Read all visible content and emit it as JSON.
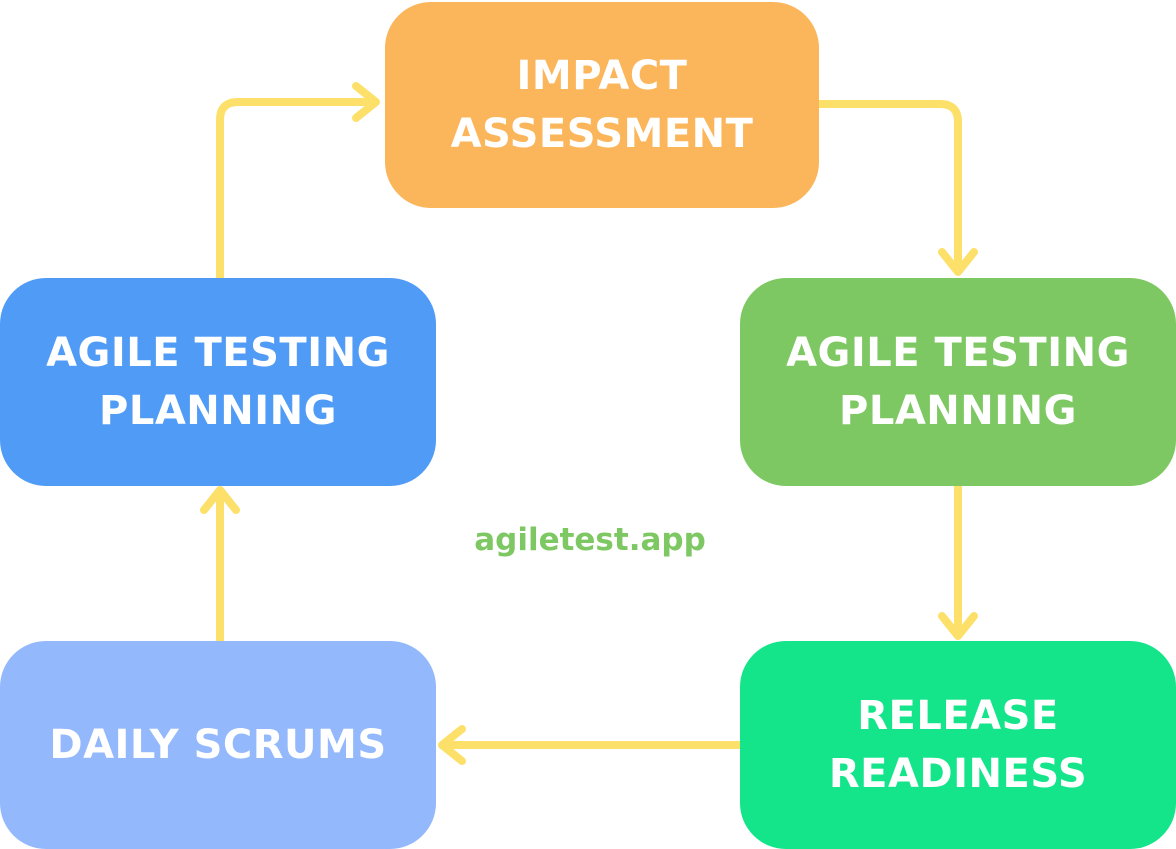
{
  "diagram": {
    "nodes": [
      {
        "id": "impact",
        "lines": [
          "IMPACT",
          "ASSESSMENT"
        ],
        "color": "#FBB55A"
      },
      {
        "id": "planning_right",
        "lines": [
          "AGILE TESTING",
          "PLANNING"
        ],
        "color": "#7DC862"
      },
      {
        "id": "release",
        "lines": [
          "RELEASE",
          "READINESS"
        ],
        "color": "#14E48A"
      },
      {
        "id": "daily",
        "lines": [
          "DAILY SCRUMS"
        ],
        "color": "#93B8FC"
      },
      {
        "id": "planning_left",
        "lines": [
          "AGILE TESTING",
          "PLANNING"
        ],
        "color": "#4F9BF5"
      }
    ],
    "edges": [
      {
        "from": "impact",
        "to": "planning_right"
      },
      {
        "from": "planning_right",
        "to": "release"
      },
      {
        "from": "release",
        "to": "daily"
      },
      {
        "from": "daily",
        "to": "planning_left"
      },
      {
        "from": "planning_left",
        "to": "impact"
      }
    ],
    "arrow_color": "#FCE06A",
    "watermark": {
      "text": "agiletest.app",
      "color": "#7DC862"
    }
  }
}
